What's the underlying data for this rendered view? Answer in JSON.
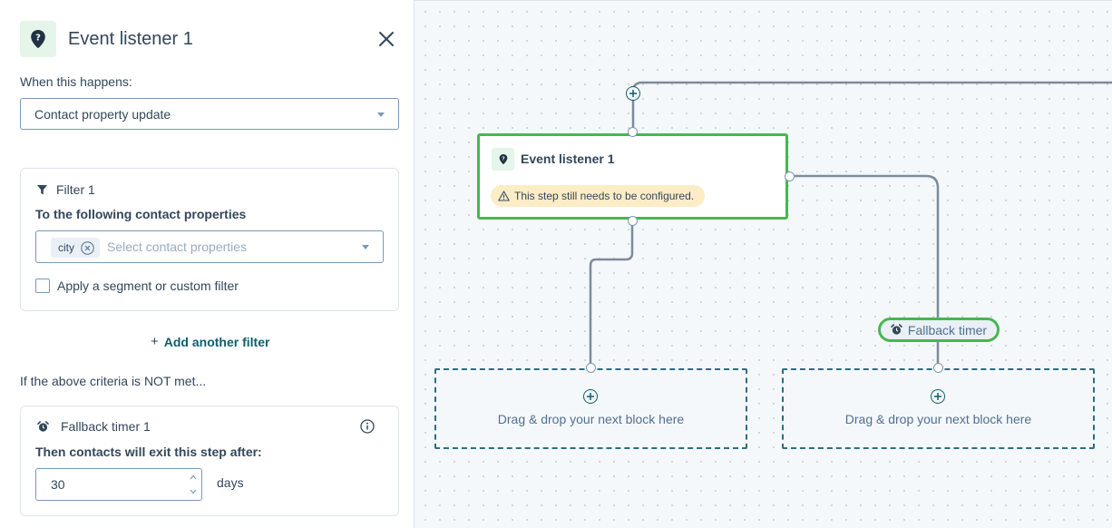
{
  "panel": {
    "title": "Event listener 1",
    "trigger_label": "When this happens:",
    "trigger_value": "Contact property update",
    "filter": {
      "title": "Filter 1",
      "subtitle": "To the following contact properties",
      "chip": "city",
      "placeholder": "Select contact properties",
      "checkbox_label": "Apply a segment or custom filter"
    },
    "add_filter_label": "Add another filter",
    "add_filter_symbol": "+",
    "criteria_not_met": "If the above criteria is NOT met...",
    "timer": {
      "title": "Fallback timer 1",
      "subtitle": "Then contacts will exit this step after:",
      "value": "30",
      "unit": "days"
    }
  },
  "canvas": {
    "node_title": "Event listener 1",
    "warning": "This step still needs to be configured.",
    "fallback_label": "Fallback timer",
    "drop_text_left": "Drag & drop your next block here",
    "drop_text_right": "Drag & drop your next block here"
  },
  "colors": {
    "accent_green": "#47b750",
    "teal": "#0b5f70",
    "text": "#33475b",
    "warning_bg": "#fdedc6"
  },
  "icons": {
    "trigger": "map-pin-question-icon",
    "close": "close-icon",
    "filter": "funnel-icon",
    "timer": "alarm-clock-icon",
    "info": "info-icon",
    "warning": "warning-triangle-icon",
    "add": "plus-circle-icon"
  }
}
